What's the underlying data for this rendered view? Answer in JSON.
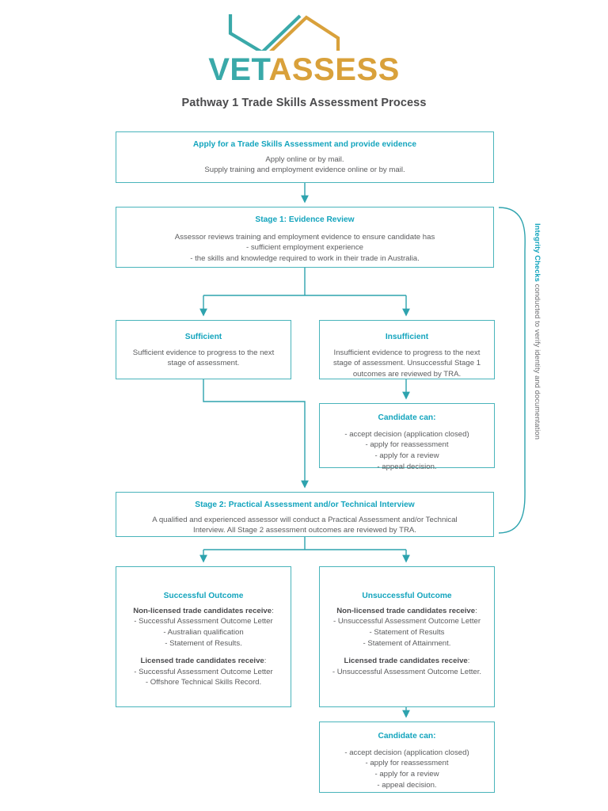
{
  "brand": {
    "logo_mark_name": "vetassess-chevron-logo",
    "word_part1": "VET",
    "word_part2": "ASSESS",
    "color_teal": "#3aa9a9",
    "color_gold": "#d9a13b",
    "color_accent_heading": "#13a4bd",
    "color_box_border": "#49b4bb",
    "color_connector": "#2ea3ae"
  },
  "page": {
    "title": "Pathway 1 Trade Skills Assessment Process"
  },
  "boxes": {
    "apply": {
      "heading": "Apply for a Trade Skills Assessment and provide evidence",
      "lines": [
        "Apply online or by mail.",
        "Supply training and employment evidence online or by mail."
      ]
    },
    "stage1": {
      "heading": "Stage 1: Evidence Review",
      "lines": [
        "Assessor reviews training and employment evidence to ensure candidate has",
        "- sufficient employment experience",
        "- the skills and knowledge required to work in their trade in Australia."
      ]
    },
    "sufficient": {
      "heading": "Sufficient",
      "lines": [
        "Sufficient evidence to progress to the next",
        "stage of assessment."
      ]
    },
    "insufficient": {
      "heading": "Insufficient",
      "lines": [
        "Insufficient evidence to progress to the next",
        "stage of assessment. Unsuccessful Stage 1",
        "outcomes are reviewed by TRA."
      ]
    },
    "candidate_can_1": {
      "heading": "Candidate can:",
      "lines": [
        "- accept decision (application closed)",
        "- apply for reassessment",
        "- apply for a review",
        "- appeal decision."
      ]
    },
    "stage2": {
      "heading": "Stage 2: Practical Assessment and/or Technical Interview",
      "lines": [
        "A qualified and experienced assessor will conduct a  Practical Assessment and/or Technical",
        "Interview. All Stage 2 assessment outcomes are reviewed by TRA."
      ]
    },
    "successful_outcome": {
      "heading": "Successful Outcome",
      "group1_label": "Non-licensed trade candidates receive",
      "group1_lines": [
        "- Successful Assessment Outcome Letter",
        "- Australian qualification",
        "- Statement of Results."
      ],
      "group2_label": "Licensed trade candidates receive",
      "group2_lines": [
        "- Successful Assessment Outcome Letter",
        "- Offshore Technical Skills Record."
      ]
    },
    "unsuccessful_outcome": {
      "heading": "Unsuccessful Outcome",
      "group1_label": "Non-licensed trade candidates receive",
      "group1_lines": [
        "- Unsuccessful Assessment Outcome Letter",
        "- Statement of Results",
        "- Statement of Attainment."
      ],
      "group2_label": "Licensed trade candidates receive",
      "group2_lines": [
        "- Unsuccessful Assessment Outcome Letter."
      ]
    },
    "candidate_can_2": {
      "heading": "Candidate can:",
      "lines": [
        "- accept decision (application closed)",
        "- apply for reassessment",
        "- apply for a review",
        "- appeal decision."
      ]
    }
  },
  "side_label": {
    "bold_text": "Integrity Checks",
    "rest_text": " conducted to verify identity and documentation"
  }
}
